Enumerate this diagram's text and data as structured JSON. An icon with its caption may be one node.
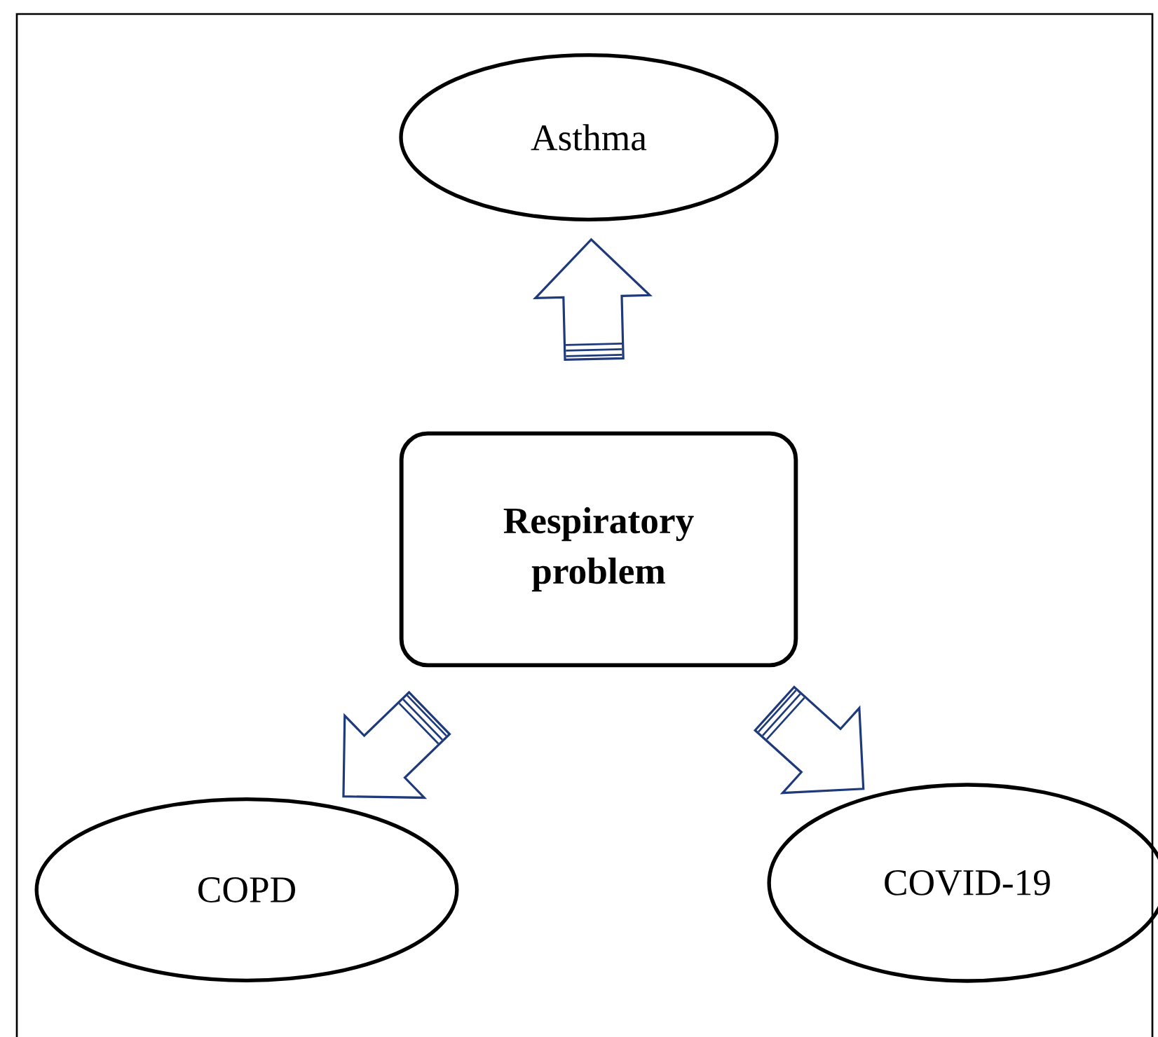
{
  "diagram": {
    "nodes": [
      {
        "text": [
          "Asthma"
        ]
      },
      {
        "text": [
          "Respiratory problem"
        ]
      },
      {
        "text": [
          "COPD"
        ]
      },
      {
        "text": [
          "COVID-19"
        ]
      }
    ],
    "edges": [
      {
        "from": 1,
        "to": 0,
        "arrow": "to"
      },
      {
        "from": 1,
        "to": 2,
        "arrow": "to"
      },
      {
        "from": 1,
        "to": 3,
        "arrow": "to"
      }
    ]
  }
}
